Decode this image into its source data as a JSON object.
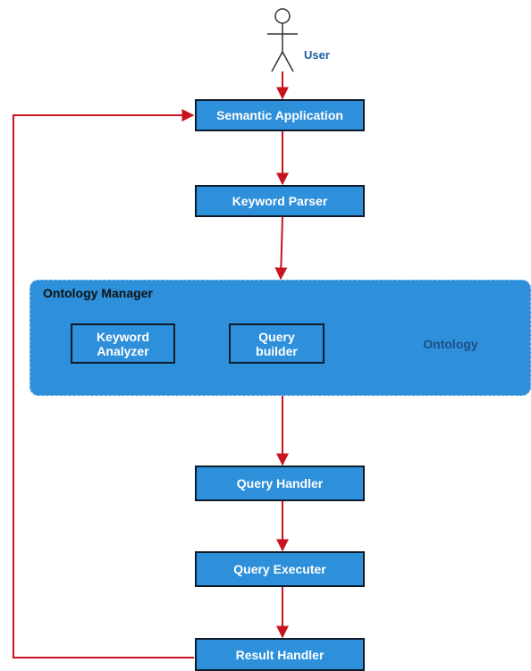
{
  "actor": {
    "label": "User",
    "icon": "stick-figure-icon"
  },
  "flow": {
    "semantic_application": "Semantic Application",
    "keyword_parser": "Keyword Parser",
    "query_handler": "Query Handler",
    "query_executer": "Query Executer",
    "result_handler": "Result Handler"
  },
  "ontology_manager": {
    "title": "Ontology Manager",
    "keyword_analyzer_line1": "Keyword",
    "keyword_analyzer_line2": "Analyzer",
    "query_builder_line1": "Query",
    "query_builder_line2": "builder",
    "ontology_db": "Ontology"
  },
  "colors": {
    "box_fill": "#2e8fda",
    "box_border": "#0d1b2a",
    "arrow": "#c8141e",
    "database": "#d9a93a",
    "actor_label": "#1f5fa0"
  }
}
